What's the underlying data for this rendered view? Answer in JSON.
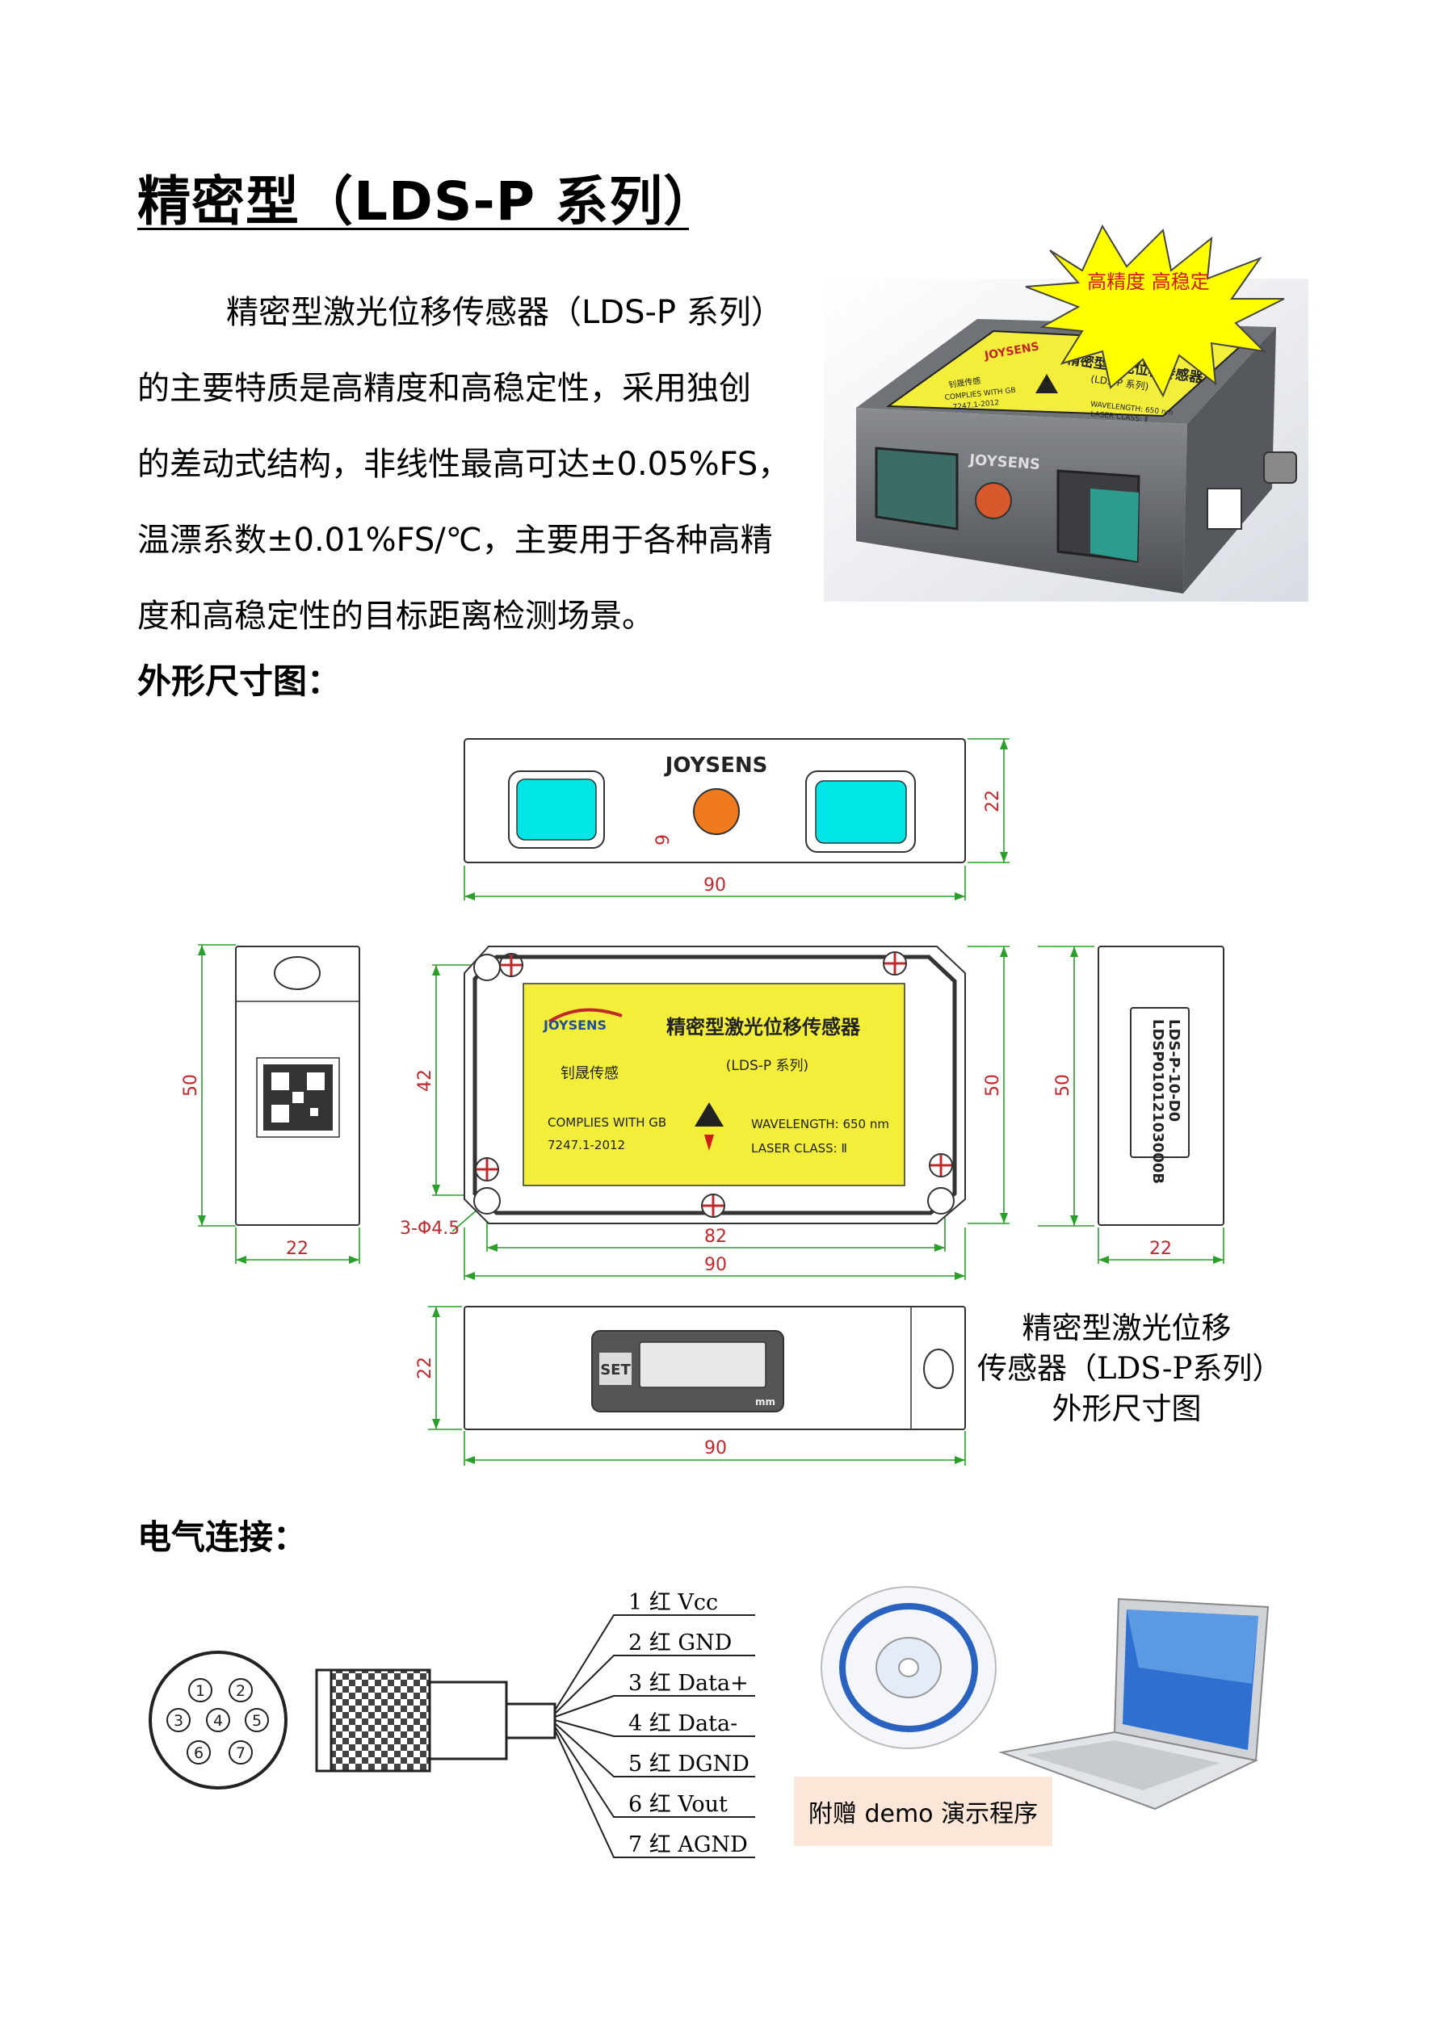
{
  "title": "精密型（LDS-P 系列）",
  "intro": {
    "lines": [
      "精密型激光位移传感器（LDS-P 系列）",
      "的主要特质是高精度和高稳定性，采用独创",
      "的差动式结构，非线性最高可达±0.05%FS，",
      "温漂系数±0.01%FS/℃，主要用于各种高精",
      "度和高稳定性的目标距离检测场景。"
    ]
  },
  "product_photo": {
    "burst_text": "高精度 高稳定",
    "brand": "JOYSENS",
    "label_title": "精密型激光位移传感器",
    "label_series": "(LDS-P 系列)",
    "label_sub": "钊晟传感",
    "label_complies": "COMPLIES WITH GB",
    "label_std": "7247.1-2012",
    "label_wavelength": "WAVELENGTH: 650 nm",
    "label_class": "LASER CLASS: Ⅱ"
  },
  "dimensions_section": {
    "heading": "外形尺寸图：",
    "front": {
      "brand": "JOYSENS",
      "width": "90",
      "height": "22",
      "offset": "9"
    },
    "side_left": {
      "height": "50",
      "width": "22"
    },
    "top": {
      "height_inner": "42",
      "height_outer": "50",
      "hole_span": "82",
      "width": "90",
      "holes": "3-Φ4.5",
      "brand": "JOYSENS",
      "brand_sub": "钊晟传感",
      "label_title": "精密型激光位移传感器",
      "label_series": "(LDS-P 系列)",
      "label_complies": "COMPLIES WITH GB",
      "label_std": "7247.1-2012",
      "label_wavelength": "WAVELENGTH: 650 nm",
      "label_class": "LASER CLASS: Ⅱ"
    },
    "side_right": {
      "height": "50",
      "width": "22",
      "model": "LDS-P-10-D0",
      "serial": "LDSP01012103000B"
    },
    "bottom": {
      "height": "22",
      "width": "90",
      "set": "SET",
      "unit": "mm"
    },
    "caption_lines": [
      "精密型激光位移",
      "传感器（LDS-P系列）",
      "外形尺寸图"
    ]
  },
  "electrical_section": {
    "heading": "电气连接：",
    "pins": [
      "1",
      "2",
      "3",
      "4",
      "5",
      "6",
      "7"
    ],
    "wires": [
      {
        "num": "1",
        "color": "红",
        "signal": "Vcc"
      },
      {
        "num": "2",
        "color": "红",
        "signal": "GND"
      },
      {
        "num": "3",
        "color": "红",
        "signal": "Data+"
      },
      {
        "num": "4",
        "color": "红",
        "signal": "Data-"
      },
      {
        "num": "5",
        "color": "红",
        "signal": "DGND"
      },
      {
        "num": "6",
        "color": "红",
        "signal": "Vout"
      },
      {
        "num": "7",
        "color": "红",
        "signal": "AGND"
      }
    ],
    "gift_text": "附赠 demo 演示程序"
  },
  "colors": {
    "dim_line": "#2aa02a",
    "dim_text": "#c0282c",
    "lens": "#00e5e5",
    "label_yellow": "#f2ee3a",
    "laser_dot": "#f07a1e"
  }
}
